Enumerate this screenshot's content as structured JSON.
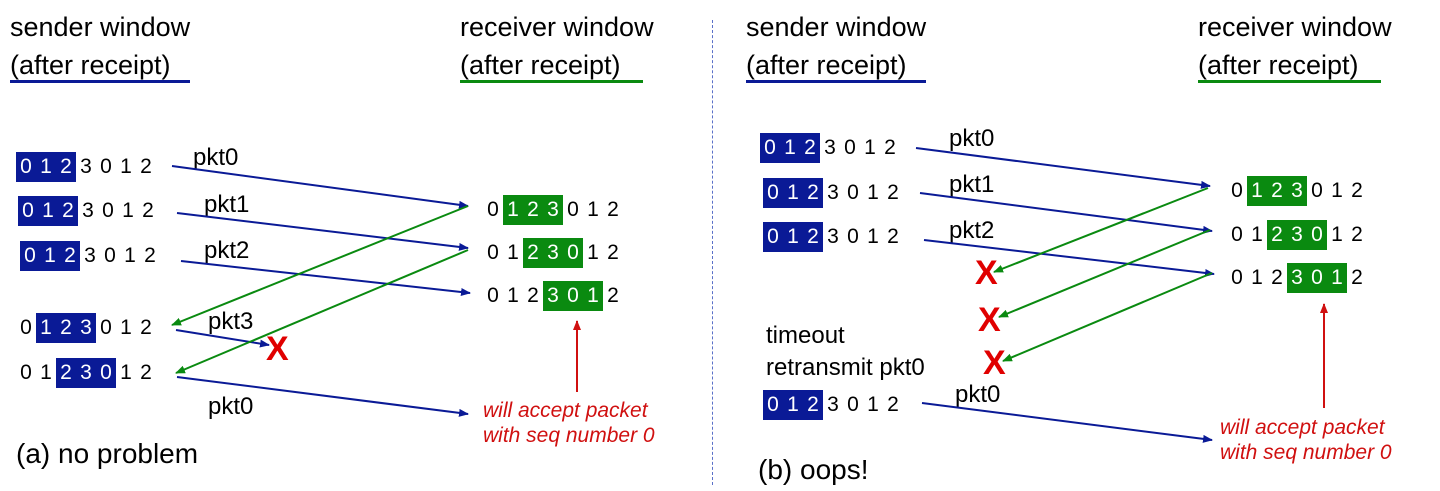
{
  "colors": {
    "sender": "#0a1a96",
    "receiver": "#0a8a10",
    "lost": "#e00000",
    "note": "#d01010"
  },
  "panel_a": {
    "sender_header": [
      "sender window",
      "(after receipt)"
    ],
    "receiver_header": [
      "receiver window",
      "(after receipt)"
    ],
    "sender_rows": [
      {
        "seq": [
          "0",
          "1",
          "2",
          "3",
          "0",
          "1",
          "2"
        ],
        "window_start": 0
      },
      {
        "seq": [
          "0",
          "1",
          "2",
          "3",
          "0",
          "1",
          "2"
        ],
        "window_start": 0
      },
      {
        "seq": [
          "0",
          "1",
          "2",
          "3",
          "0",
          "1",
          "2"
        ],
        "window_start": 0
      },
      {
        "seq": [
          "0",
          "1",
          "2",
          "3",
          "0",
          "1",
          "2"
        ],
        "window_start": 1
      },
      {
        "seq": [
          "0",
          "1",
          "2",
          "3",
          "0",
          "1",
          "2"
        ],
        "window_start": 2
      }
    ],
    "receiver_rows": [
      {
        "seq": [
          "0",
          "1",
          "2",
          "3",
          "0",
          "1",
          "2"
        ],
        "window_start": 1
      },
      {
        "seq": [
          "0",
          "1",
          "2",
          "3",
          "0",
          "1",
          "2"
        ],
        "window_start": 2
      },
      {
        "seq": [
          "0",
          "1",
          "2",
          "3",
          "0",
          "1",
          "2"
        ],
        "window_start": 3
      }
    ],
    "packets": [
      "pkt0",
      "pkt1",
      "pkt2",
      "pkt3",
      "pkt0"
    ],
    "lost_mark": "X",
    "note": "will accept packet\nwith seq number 0",
    "caption": "(a) no problem"
  },
  "panel_b": {
    "sender_header": [
      "sender window",
      "(after receipt)"
    ],
    "receiver_header": [
      "receiver window",
      "(after receipt)"
    ],
    "sender_rows": [
      {
        "seq": [
          "0",
          "1",
          "2",
          "3",
          "0",
          "1",
          "2"
        ],
        "window_start": 0
      },
      {
        "seq": [
          "0",
          "1",
          "2",
          "3",
          "0",
          "1",
          "2"
        ],
        "window_start": 0
      },
      {
        "seq": [
          "0",
          "1",
          "2",
          "3",
          "0",
          "1",
          "2"
        ],
        "window_start": 0
      },
      {
        "seq": [
          "0",
          "1",
          "2",
          "3",
          "0",
          "1",
          "2"
        ],
        "window_start": 0
      }
    ],
    "receiver_rows": [
      {
        "seq": [
          "0",
          "1",
          "2",
          "3",
          "0",
          "1",
          "2"
        ],
        "window_start": 1
      },
      {
        "seq": [
          "0",
          "1",
          "2",
          "3",
          "0",
          "1",
          "2"
        ],
        "window_start": 2
      },
      {
        "seq": [
          "0",
          "1",
          "2",
          "3",
          "0",
          "1",
          "2"
        ],
        "window_start": 3
      }
    ],
    "packets": [
      "pkt0",
      "pkt1",
      "pkt2",
      "pkt0"
    ],
    "lost_marks": [
      "X",
      "X",
      "X"
    ],
    "timeout_label": "timeout",
    "retransmit_label": "retransmit pkt0",
    "note": "will accept packet\nwith seq number 0",
    "caption": "(b) oops!"
  }
}
